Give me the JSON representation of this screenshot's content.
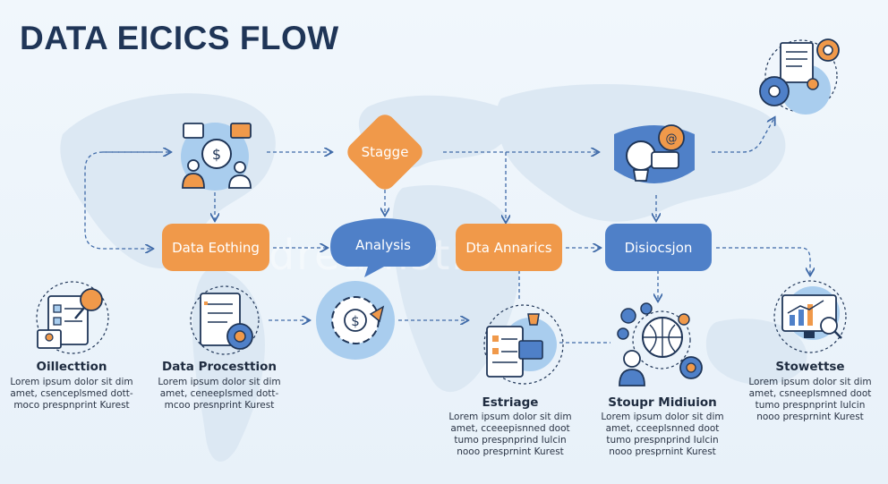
{
  "title": "DATA EICICS FLOW",
  "watermark": "dreamstime",
  "nodes": {
    "stagge": "Stagge",
    "data_eothing": "Data Eothing",
    "analysis": "Analysis",
    "dta_annarics": "Dta Annarics",
    "disiocsjon": "Disiocsjon"
  },
  "steps": {
    "collection": {
      "title": "Oillecttion",
      "lines": [
        "Lorem ipsum dolor sit dim",
        "amet, csenceplsmed dott-",
        "moco prespnprint Kurest"
      ]
    },
    "processing": {
      "title": "Data Procesttion",
      "lines": [
        "Lorem ipsum dolor sit dim",
        "amet, ceneeplsmed dott-",
        "mcoo presnprint Kurest"
      ]
    },
    "estriage": {
      "title": "Estriage",
      "lines": [
        "Lorem ipsum dolor sit dim",
        "amet, cceeepisnned doot",
        "tumo prespnprind Iulcin",
        "nooo presprnint Kurest"
      ]
    },
    "stoupr": {
      "title": "Stoupr Midiuion",
      "lines": [
        "Lorem ipsum dolor sit dim",
        "amet, cceeplsnned doot",
        "tumo prespnprind Iulcin",
        "nooo presprnint Kurest"
      ]
    },
    "stowette": {
      "title": "Stowettse",
      "lines": [
        "Lorem ipsum dolor sit dim",
        "amet, csneeplsmned doot",
        "tumo prespnprint Iulcin",
        "nooo presprnint Kurest"
      ]
    }
  },
  "colors": {
    "orange": "#f0994a",
    "blue": "#4f80c8",
    "light_blue": "#a9cdee",
    "navy": "#1f3557",
    "map": "#dbe7f2"
  }
}
